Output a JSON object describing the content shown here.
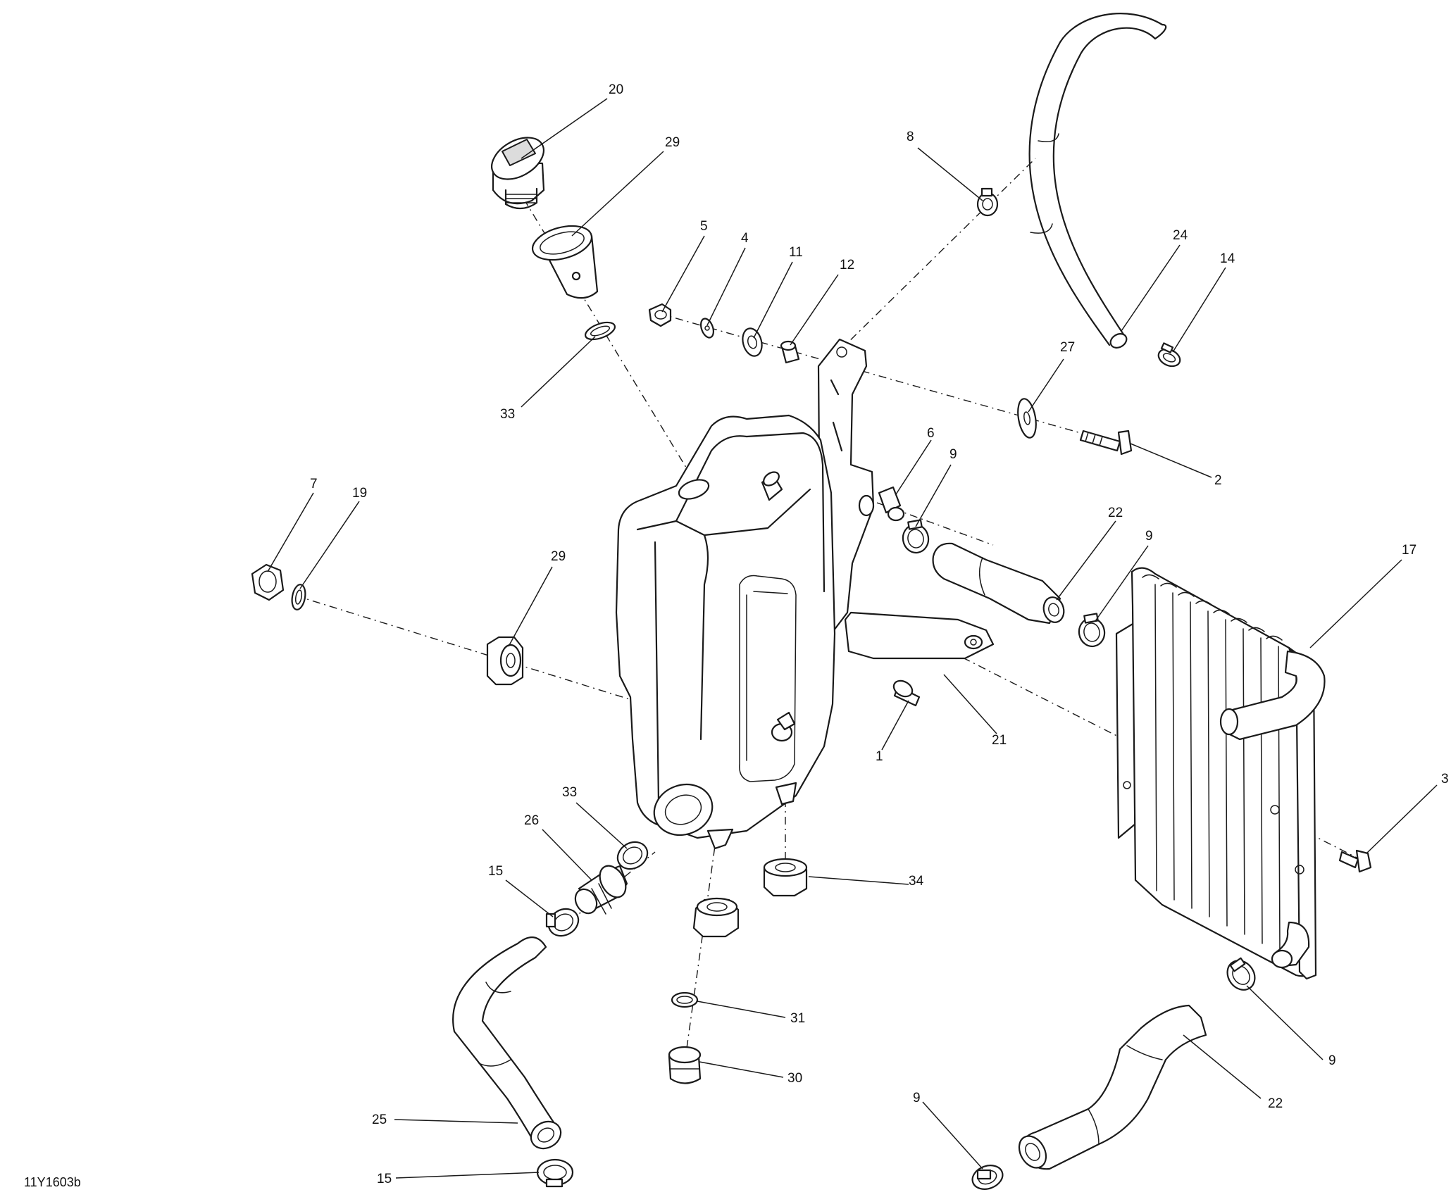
{
  "drawing_number": "11Y1603b",
  "callouts": [
    {
      "id": "c20",
      "label": "20"
    },
    {
      "id": "c29a",
      "label": "29"
    },
    {
      "id": "c8",
      "label": "8"
    },
    {
      "id": "c5",
      "label": "5"
    },
    {
      "id": "c4",
      "label": "4"
    },
    {
      "id": "c11",
      "label": "11"
    },
    {
      "id": "c12",
      "label": "12"
    },
    {
      "id": "c24",
      "label": "24"
    },
    {
      "id": "c14",
      "label": "14"
    },
    {
      "id": "c33a",
      "label": "33"
    },
    {
      "id": "c27",
      "label": "27"
    },
    {
      "id": "c2",
      "label": "2"
    },
    {
      "id": "c6",
      "label": "6"
    },
    {
      "id": "c9a",
      "label": "9"
    },
    {
      "id": "c7",
      "label": "7"
    },
    {
      "id": "c19",
      "label": "19"
    },
    {
      "id": "c22a",
      "label": "22"
    },
    {
      "id": "c9b",
      "label": "9"
    },
    {
      "id": "c17",
      "label": "17"
    },
    {
      "id": "c29b",
      "label": "29"
    },
    {
      "id": "c1",
      "label": "1"
    },
    {
      "id": "c21",
      "label": "21"
    },
    {
      "id": "c3",
      "label": "3"
    },
    {
      "id": "c33b",
      "label": "33"
    },
    {
      "id": "c26",
      "label": "26"
    },
    {
      "id": "c34",
      "label": "34"
    },
    {
      "id": "c15a",
      "label": "15"
    },
    {
      "id": "c31",
      "label": "31"
    },
    {
      "id": "c9c",
      "label": "9"
    },
    {
      "id": "c30",
      "label": "30"
    },
    {
      "id": "c22b",
      "label": "22"
    },
    {
      "id": "c25",
      "label": "25"
    },
    {
      "id": "c9d",
      "label": "9"
    },
    {
      "id": "c15b",
      "label": "15"
    }
  ]
}
